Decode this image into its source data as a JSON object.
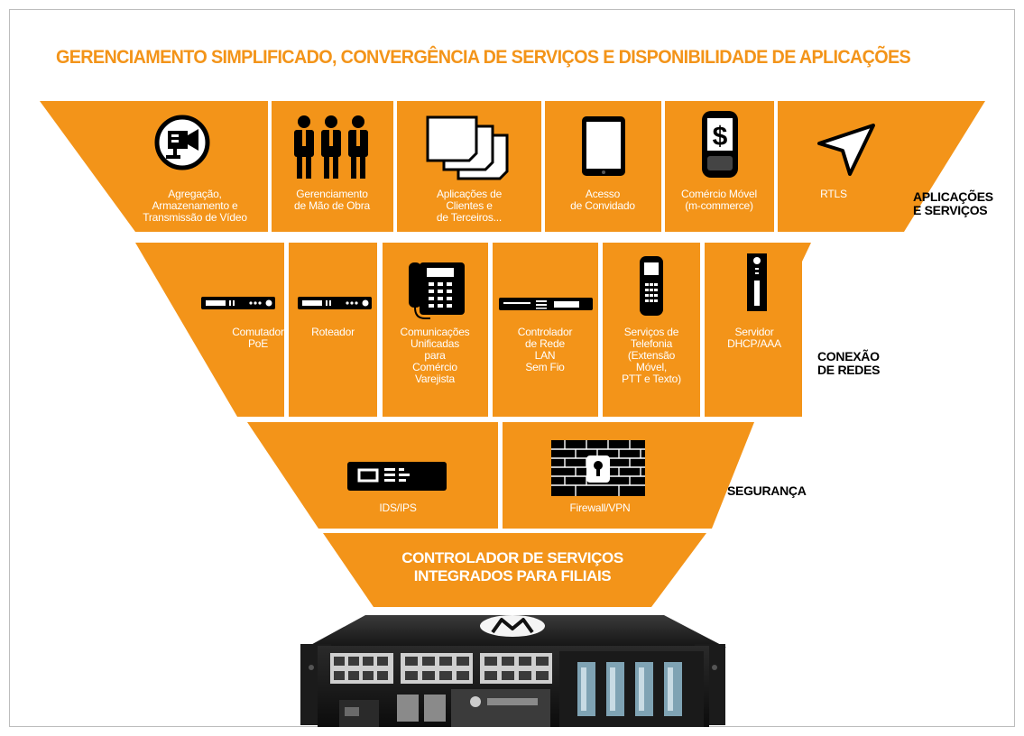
{
  "title": "GERENCIAMENTO SIMPLIFICADO, CONVERGÊNCIA DE SERVIÇOS E DISPONIBILIDADE DE APLICAÇÕES",
  "tiers": {
    "applications": {
      "label_lines": [
        "APLICAÇÕES",
        "E SERVIÇOS"
      ],
      "cells": [
        {
          "lines": [
            "Agregação,",
            "Armazenamento e",
            "Transmissão de Vídeo"
          ],
          "icon": "video-camera-icon"
        },
        {
          "lines": [
            "Gerenciamento",
            "de Mão de Obra"
          ],
          "icon": "workforce-people-icon"
        },
        {
          "lines": [
            "Aplicações de",
            "Clientes e",
            "de Terceiros..."
          ],
          "icon": "stacked-documents-icon"
        },
        {
          "lines": [
            "Acesso",
            "de Convidado"
          ],
          "icon": "tablet-icon"
        },
        {
          "lines": [
            "Comércio Móvel",
            "(m-commerce)"
          ],
          "icon": "mobile-payment-icon"
        },
        {
          "lines": [
            "RTLS"
          ],
          "icon": "location-arrow-icon"
        }
      ]
    },
    "networking": {
      "label_lines": [
        "CONEXÃO",
        "DE REDES"
      ],
      "cells": [
        {
          "lines": [
            "Comutador",
            "PoE"
          ],
          "icon": "poe-switch-icon"
        },
        {
          "lines": [
            "Roteador"
          ],
          "icon": "router-icon"
        },
        {
          "lines": [
            "Comunicações",
            "Unificadas",
            "para",
            "Comércio",
            "Varejista"
          ],
          "icon": "desk-phone-icon"
        },
        {
          "lines": [
            "Controlador",
            "de Rede",
            "LAN",
            "Sem Fio"
          ],
          "icon": "wlan-controller-icon"
        },
        {
          "lines": [
            "Serviços de",
            "Telefonia",
            "(Extensão",
            "Móvel,",
            "PTT e Texto)"
          ],
          "icon": "mobile-phone-icon"
        },
        {
          "lines": [
            "Servidor",
            "DHCP/AAA"
          ],
          "icon": "tower-server-icon"
        }
      ]
    },
    "security": {
      "label_lines": [
        "SEGURANÇA"
      ],
      "cells": [
        {
          "lines": [
            "IDS/IPS"
          ],
          "icon": "ids-appliance-icon"
        },
        {
          "lines": [
            "Firewall/VPN"
          ],
          "icon": "firewall-lock-icon"
        }
      ]
    },
    "controller": {
      "lines": [
        "CONTROLADOR DE SERVIÇOS",
        "INTEGRADOS PARA FILIAIS"
      ]
    }
  },
  "colors": {
    "accent": "#f39419",
    "text_on_accent": "#ffffff",
    "side_text": "#000000"
  },
  "device_image": "branch-controller-appliance"
}
